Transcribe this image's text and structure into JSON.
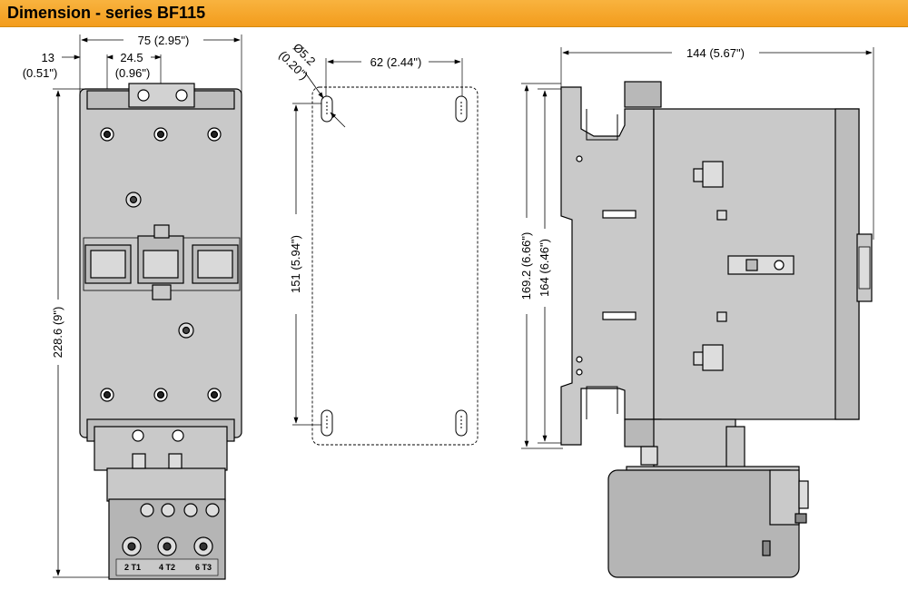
{
  "header": {
    "title": "Dimension - series BF115"
  },
  "front_view": {
    "width": "75 (2.95\")",
    "offset_a_mm": "13",
    "offset_a_in": "(0.51\")",
    "offset_b_mm": "24.5",
    "offset_b_in": "(0.96\")",
    "height": "228.6 (9\")",
    "terminal_labels": [
      "2 T1",
      "4 T2",
      "6 T3"
    ]
  },
  "mounting_view": {
    "hole_diameter_mm": "Ø5.2",
    "hole_diameter_in": "(0.20\")",
    "hole_spacing_horizontal": "62 (2.44\")",
    "hole_spacing_vertical": "151 (5.94\")"
  },
  "side_view": {
    "depth": "144 (5.67\")",
    "height_overall": "169.2 (6.66\")",
    "height_body": "164 (6.46\")"
  },
  "colors": {
    "header_background": "#f39c1c",
    "body_fill": "#c9c9c9",
    "overload_fill": "#b5b5b5",
    "line": "#000000"
  }
}
